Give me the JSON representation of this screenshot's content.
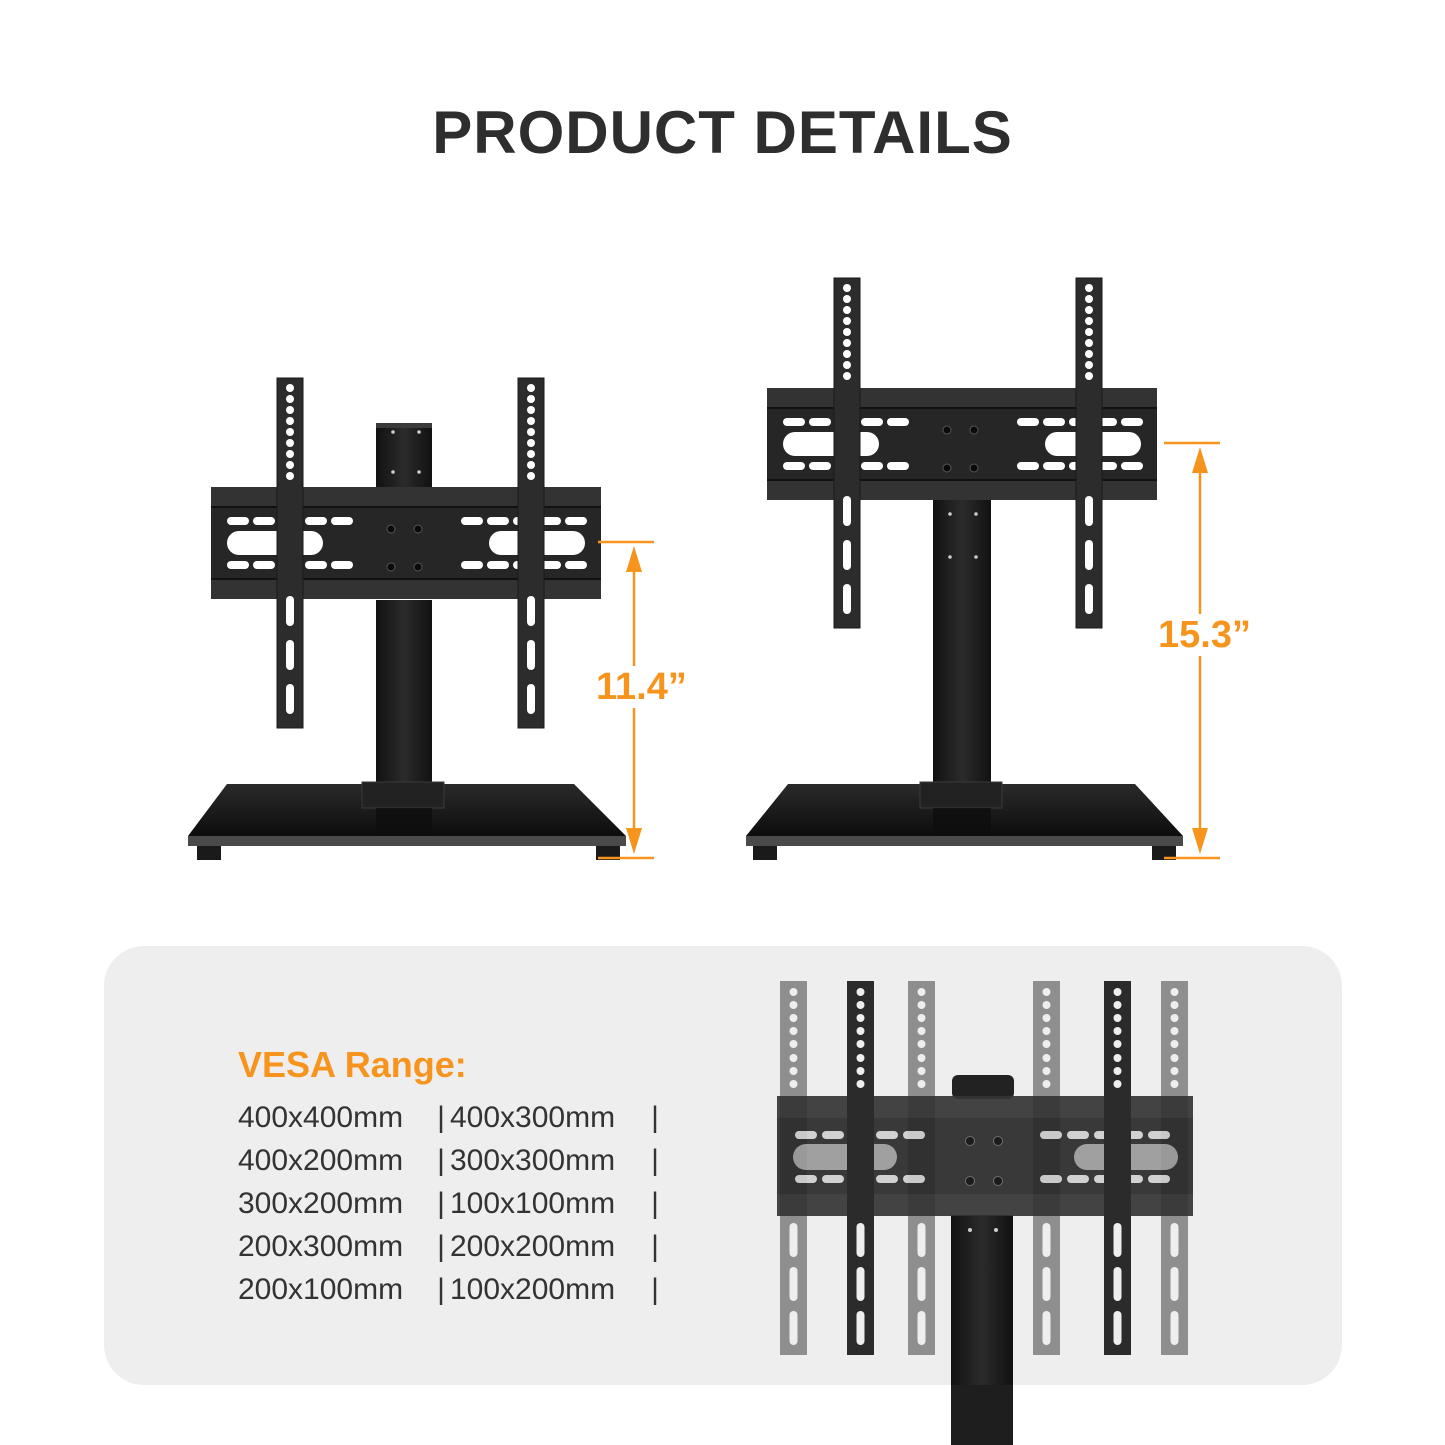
{
  "header": {
    "title": "PRODUCT DETAILS"
  },
  "colors": {
    "accent": "#f7941d",
    "title_text": "#2e2e2e",
    "body_text": "#333333",
    "panel_bg": "#eeeeee",
    "stand_metal": "#222222"
  },
  "stands": [
    {
      "name": "low-position",
      "height_label": "11.4”"
    },
    {
      "name": "high-position",
      "height_label": "15.3”"
    }
  ],
  "vesa": {
    "title": "VESA Range:",
    "separator": "|",
    "rows": [
      [
        "400x400mm",
        "400x300mm"
      ],
      [
        "400x200mm",
        "300x300mm"
      ],
      [
        "300x200mm",
        "100x100mm"
      ],
      [
        "200x300mm",
        "200x200mm"
      ],
      [
        "200x100mm",
        "100x200mm"
      ]
    ]
  }
}
